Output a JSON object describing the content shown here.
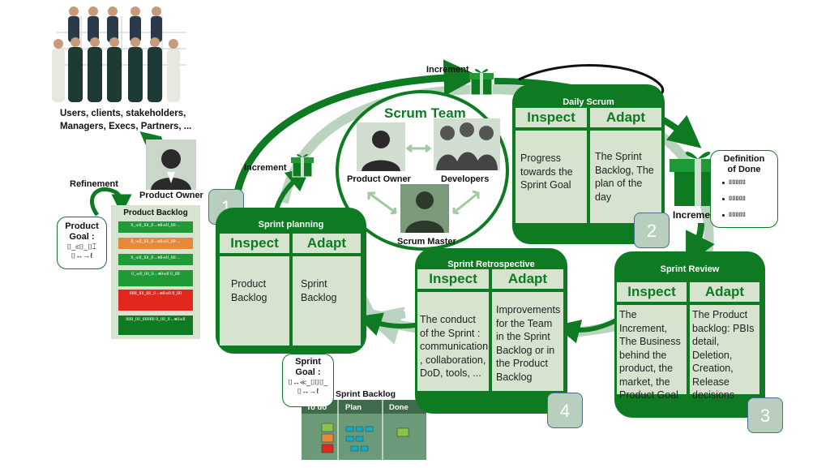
{
  "stakeholders": {
    "caption_line1": "Users, clients, stakeholders,",
    "caption_line2": "Managers, Execs, Partners, ..."
  },
  "product_owner": {
    "label": "Product Owner"
  },
  "refinement": {
    "label": "Refinement"
  },
  "product_goal": {
    "label": "Product Goal :",
    "line1": "⌷_∈⌷_⌷⌶",
    "line2": "⌷↔→ℓ"
  },
  "product_backlog": {
    "title": "Product Backlog",
    "items": [
      {
        "text": "⌷_≪⌷_⌷⌷_⌷↔⊕⌷≪⌷_⌷⌷ ...",
        "color": "#1f9a36"
      },
      {
        "text": "⌷_≪⌷_⌷⌷_⌷↔⊕⌷≪⌷_⌷⌷ ...",
        "color": "#e8883a"
      },
      {
        "text": "⌷_≪⌷_⌷⌷_⌷↔⊕⌷≪⌷_⌷⌷ ...",
        "color": "#1f9a36"
      },
      {
        "text": "⌷_≪⌷_⌷⌷_⌷↔⊕⌷≪⌷ ⌷_⌷⌷",
        "color": "#1f9a36"
      },
      {
        "text": "⌷⌷⌷_⌷⌷_⌷⌷_⌷↔⊕⌷≪⌷ ⌷_⌷⌷",
        "color": "#e0281f"
      },
      {
        "text": "⌷⌷⌷_⌷⌷_⌷⌷⌷⌷⌷ ⌷_⌷⌷_⌷↔⊕⌷≪⌷",
        "color": "#0e7a22"
      }
    ]
  },
  "increment_labels": {
    "left": "Increment",
    "top": "Increment",
    "right": "Increment"
  },
  "scrum_team": {
    "title": "Scrum Team",
    "product_owner": "Product Owner",
    "developers": "Developers",
    "scrum_master": "Scrum Master"
  },
  "sprint_planning": {
    "number": "1",
    "title": "Sprint planning",
    "inspect": "Inspect",
    "adapt": "Adapt",
    "inspect_text": "Product Backlog",
    "adapt_text": "Sprint Backlog"
  },
  "daily_scrum": {
    "number": "2",
    "title": "Daily Scrum",
    "inspect": "Inspect",
    "adapt": "Adapt",
    "inspect_text": "Progress towards the Sprint Goal",
    "adapt_text": "The Sprint Backlog, The plan of the day"
  },
  "sprint_review": {
    "number": "3",
    "title": "Sprint Review",
    "inspect": "Inspect",
    "adapt": "Adapt",
    "inspect_text": "The Increment, The Business behind the product, the market, the Product Goal",
    "adapt_text": "The Product backlog: PBIs detail, Deletion, Creation, Release decisions"
  },
  "sprint_retrospective": {
    "number": "4",
    "title": "Sprint Retrospective",
    "inspect": "Inspect",
    "adapt": "Adapt",
    "inspect_text": "The conduct of the Sprint : communication , collaboration, DoD, tools, ...",
    "adapt_text": "Improvements for the Team in the Sprint Backlog or in the Product Backlog"
  },
  "definition_of_done": {
    "title_line1": "Definition",
    "title_line2": "of Done",
    "items": [
      "⌷⌷⌷⌷⌷",
      "⌷⌷⌷⌷⌷",
      "⌷⌷⌷⌷⌷"
    ]
  },
  "sprint_goal": {
    "label_line1": "Sprint",
    "label_line2": "Goal :",
    "line1": "⌷↔≪_⌷⌷⌷_",
    "line2": "⌷↔→ℓ"
  },
  "sprint_backlog": {
    "title": "Sprint Backlog",
    "columns": [
      "To do",
      "Plan",
      "Done"
    ]
  },
  "colors": {
    "primary_green": "#0e7a22",
    "light_green": "#d6e4cf",
    "arrow_light": "#b9d3bf",
    "number_box": "#b8cfc0"
  }
}
